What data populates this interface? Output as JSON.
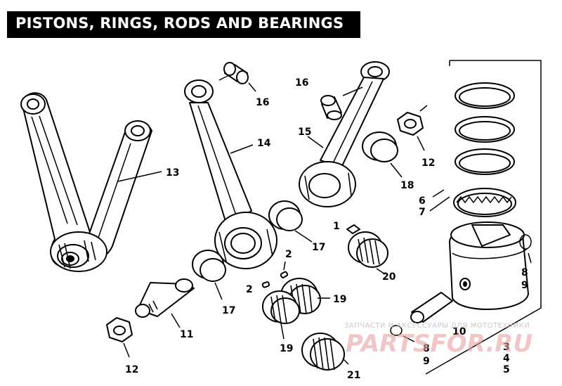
{
  "title": "PISTONS, RINGS, RODS AND BEARINGS",
  "labels": {
    "l1": "1",
    "l2a": "2",
    "l2b": "2",
    "l3": "3",
    "l4": "4",
    "l5": "5",
    "l6": "6",
    "l7": "7",
    "l8a": "8",
    "l9a": "9",
    "l8b": "8",
    "l9b": "9",
    "l10": "10",
    "l11": "11",
    "l12a": "12",
    "l12b": "12",
    "l13": "13",
    "l14": "14",
    "l15": "15",
    "l16a": "16",
    "l16b": "16",
    "l17a": "17",
    "l17b": "17",
    "l18": "18",
    "l19a": "19",
    "l19b": "19",
    "l20": "20",
    "l21": "21"
  },
  "watermark": {
    "caption": "ЗАПЧАСТИ И АКСЕССУАРЫ ДЛЯ МОТОТЕХНИКИ",
    "logo": "PARTSFOR.RU"
  }
}
